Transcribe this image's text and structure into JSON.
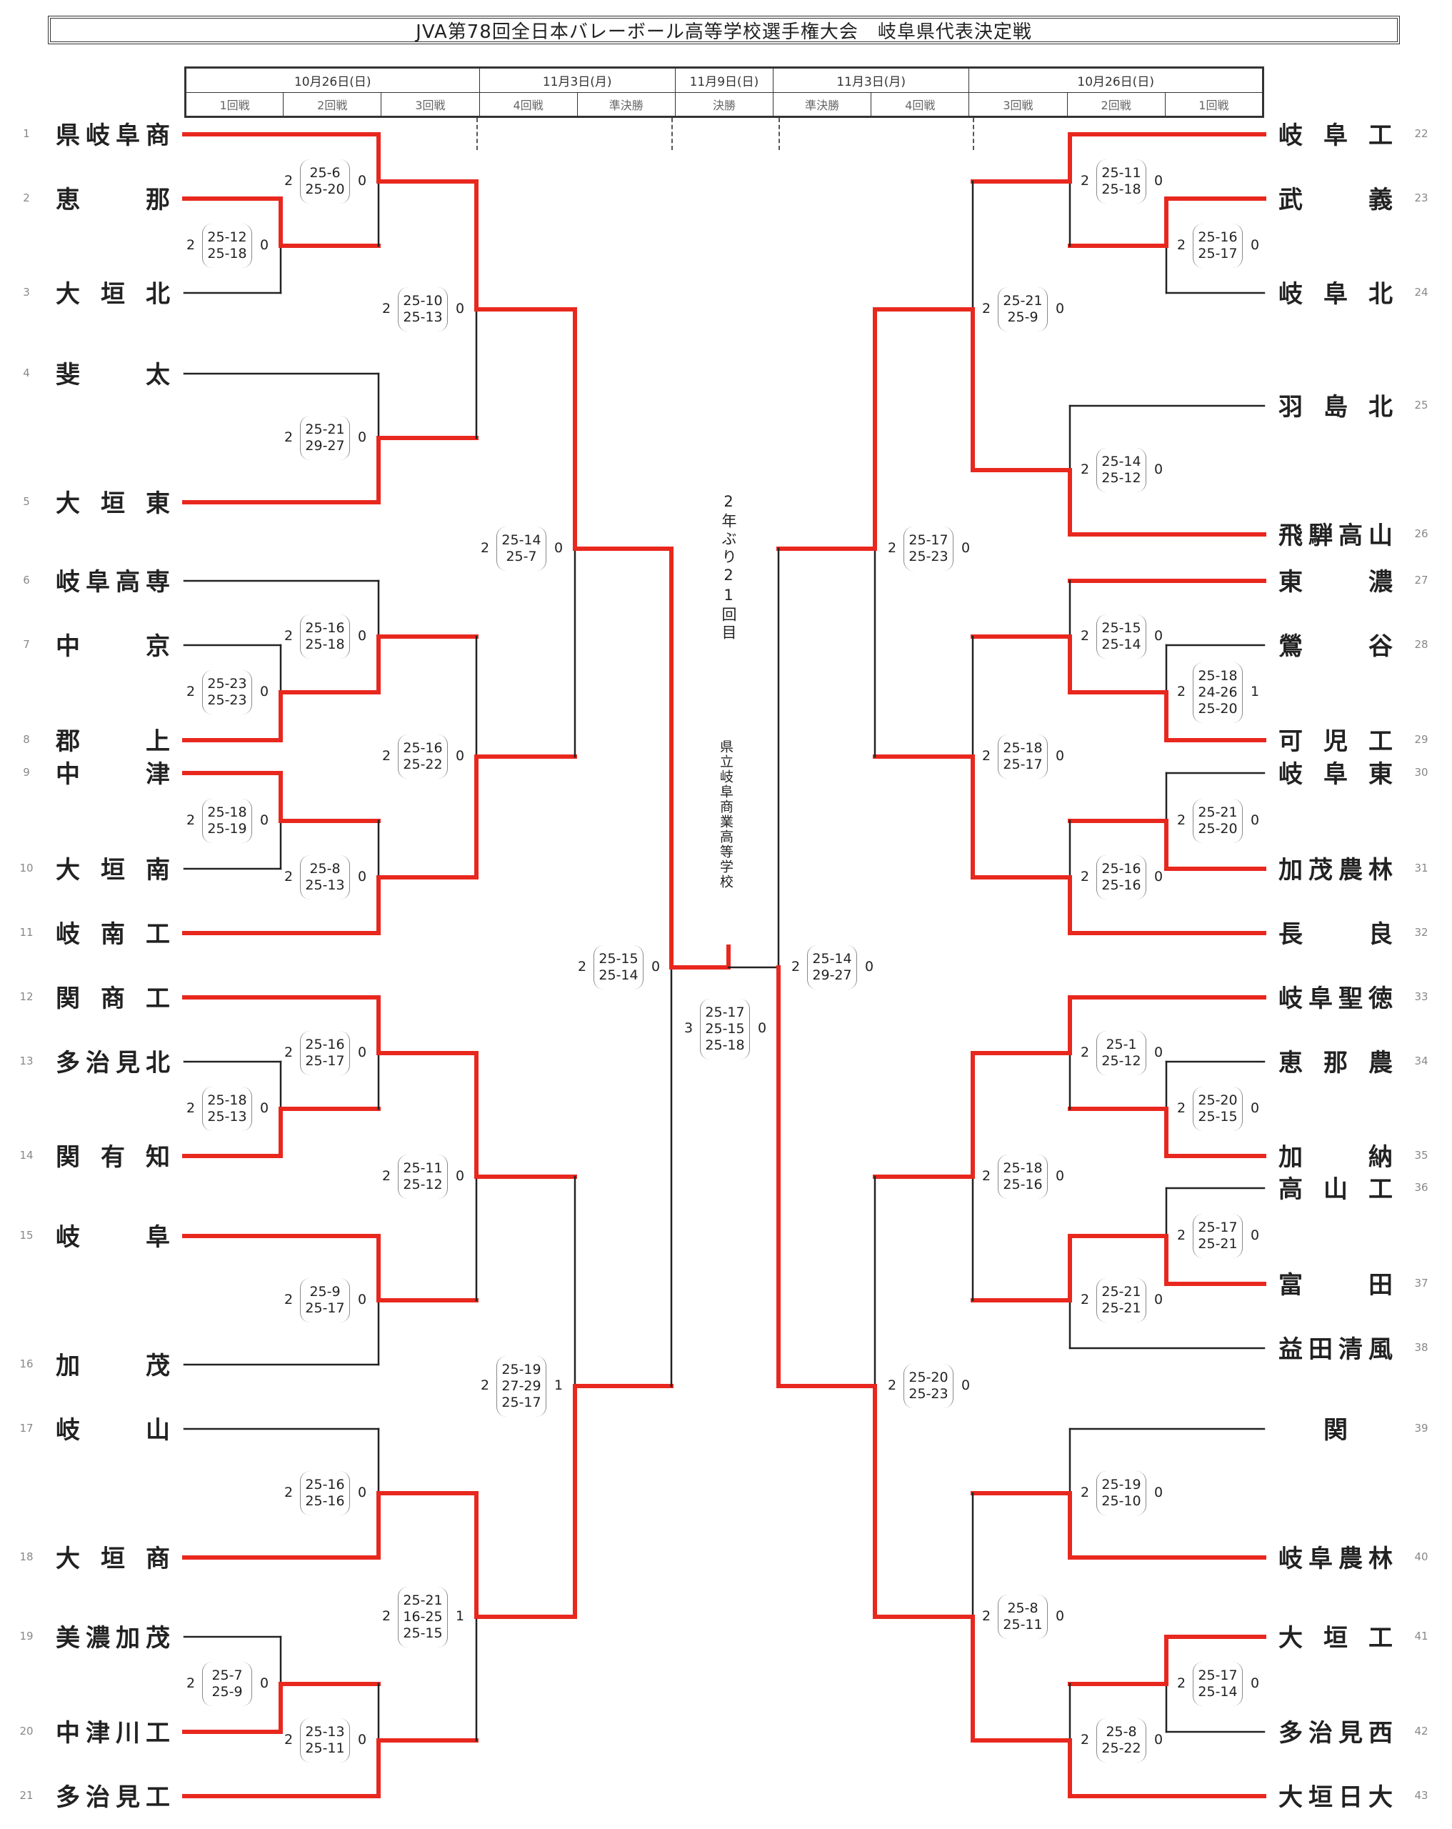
{
  "title": "JVA第78回全日本バレーボール高等学校選手権大会　岐阜県代表決定戦",
  "header": {
    "dates": [
      {
        "label": "10月26日(日)",
        "span": 3
      },
      {
        "label": "11月3日(月)",
        "span": 2
      },
      {
        "label": "11月9日(日)",
        "span": 1
      },
      {
        "label": "11月3日(月)",
        "span": 2
      },
      {
        "label": "10月26日(日)",
        "span": 3
      }
    ],
    "rounds": [
      "1回戦",
      "2回戦",
      "3回戦",
      "4回戦",
      "準決勝",
      "決勝",
      "準決勝",
      "4回戦",
      "3回戦",
      "2回戦",
      "1回戦"
    ]
  },
  "champion_note": "2年ぶり21回目",
  "champion_name": "県立岐阜商業高等学校",
  "colors": {
    "winner_line": "#e8281e",
    "loser_line": "#222222"
  },
  "teams_left": [
    {
      "seed": "1",
      "name": "県岐阜商"
    },
    {
      "seed": "2",
      "name": "恵那"
    },
    {
      "seed": "3",
      "name": "大垣北"
    },
    {
      "seed": "4",
      "name": "斐太"
    },
    {
      "seed": "5",
      "name": "大垣東"
    },
    {
      "seed": "6",
      "name": "岐阜高専"
    },
    {
      "seed": "7",
      "name": "中京"
    },
    {
      "seed": "8",
      "name": "郡上"
    },
    {
      "seed": "9",
      "name": "中津"
    },
    {
      "seed": "10",
      "name": "大垣南"
    },
    {
      "seed": "11",
      "name": "岐南工"
    },
    {
      "seed": "12",
      "name": "関商工"
    },
    {
      "seed": "13",
      "name": "多治見北"
    },
    {
      "seed": "14",
      "name": "関有知"
    },
    {
      "seed": "15",
      "name": "岐阜"
    },
    {
      "seed": "16",
      "name": "加茂"
    },
    {
      "seed": "17",
      "name": "岐山"
    },
    {
      "seed": "18",
      "name": "大垣商"
    },
    {
      "seed": "19",
      "name": "美濃加茂"
    },
    {
      "seed": "20",
      "name": "中津川工"
    },
    {
      "seed": "21",
      "name": "多治見工"
    }
  ],
  "teams_right": [
    {
      "seed": "22",
      "name": "岐阜工"
    },
    {
      "seed": "23",
      "name": "武義"
    },
    {
      "seed": "24",
      "name": "岐阜北"
    },
    {
      "seed": "25",
      "name": "羽島北"
    },
    {
      "seed": "26",
      "name": "飛騨高山"
    },
    {
      "seed": "27",
      "name": "東濃"
    },
    {
      "seed": "28",
      "name": "鶯谷"
    },
    {
      "seed": "29",
      "name": "可児工"
    },
    {
      "seed": "30",
      "name": "岐阜東"
    },
    {
      "seed": "31",
      "name": "加茂農林"
    },
    {
      "seed": "32",
      "name": "長良"
    },
    {
      "seed": "33",
      "name": "岐阜聖徳"
    },
    {
      "seed": "34",
      "name": "恵那農"
    },
    {
      "seed": "35",
      "name": "加納"
    },
    {
      "seed": "36",
      "name": "高山工"
    },
    {
      "seed": "37",
      "name": "富田"
    },
    {
      "seed": "38",
      "name": "益田清風"
    },
    {
      "seed": "39",
      "name": "関"
    },
    {
      "seed": "40",
      "name": "岐阜農林"
    },
    {
      "seed": "41",
      "name": "大垣工"
    },
    {
      "seed": "42",
      "name": "多治見西"
    },
    {
      "seed": "43",
      "name": "大垣日大"
    }
  ],
  "matches": [
    {
      "id": "L1-2v3",
      "round": "1回戦",
      "winner": "恵那",
      "loser": "大垣北",
      "sets_w": "2",
      "sets_l": "0",
      "scores": [
        "25-12",
        "25-18"
      ]
    },
    {
      "id": "L2-1v2",
      "round": "2回戦",
      "winner": "県岐阜商",
      "loser": "恵那",
      "sets_w": "2",
      "sets_l": "0",
      "scores": [
        "25-6",
        "25-20"
      ]
    },
    {
      "id": "L2-4v5",
      "round": "2回戦",
      "winner": "大垣東",
      "loser": "斐太",
      "sets_w": "2",
      "sets_l": "0",
      "scores": [
        "25-21",
        "29-27"
      ]
    },
    {
      "id": "L3-a",
      "round": "3回戦",
      "winner": "県岐阜商",
      "loser": "大垣東",
      "sets_w": "2",
      "sets_l": "0",
      "scores": [
        "25-10",
        "25-13"
      ]
    },
    {
      "id": "L1-7v8",
      "round": "1回戦",
      "winner": "郡上",
      "loser": "中京",
      "sets_w": "2",
      "sets_l": "0",
      "scores": [
        "25-23",
        "25-23"
      ]
    },
    {
      "id": "L2-6vw",
      "round": "2回戦",
      "winner": "郡上",
      "loser": "岐阜高専",
      "sets_w": "2",
      "sets_l": "0",
      "scores": [
        "25-16",
        "25-18"
      ]
    },
    {
      "id": "L1-9v10",
      "round": "1回戦",
      "winner": "中津",
      "loser": "大垣南",
      "sets_w": "2",
      "sets_l": "0",
      "scores": [
        "25-18",
        "25-19"
      ]
    },
    {
      "id": "L2-wv11",
      "round": "2回戦",
      "winner": "岐南工",
      "loser": "中津",
      "sets_w": "2",
      "sets_l": "0",
      "scores": [
        "25-8",
        "25-13"
      ]
    },
    {
      "id": "L3-b",
      "round": "3回戦",
      "winner": "岐南工",
      "loser": "郡上",
      "sets_w": "2",
      "sets_l": "0",
      "scores": [
        "25-16",
        "25-22"
      ]
    },
    {
      "id": "L4-a",
      "round": "4回戦",
      "winner": "県岐阜商",
      "loser": "岐南工",
      "sets_w": "2",
      "sets_l": "0",
      "scores": [
        "25-14",
        "25-7"
      ]
    },
    {
      "id": "L1-13v14",
      "round": "1回戦",
      "winner": "関有知",
      "loser": "多治見北",
      "sets_w": "2",
      "sets_l": "0",
      "scores": [
        "25-18",
        "25-13"
      ]
    },
    {
      "id": "L2-12vw",
      "round": "2回戦",
      "winner": "関商工",
      "loser": "関有知",
      "sets_w": "2",
      "sets_l": "0",
      "scores": [
        "25-16",
        "25-17"
      ]
    },
    {
      "id": "L2-15v16",
      "round": "2回戦",
      "winner": "岐阜",
      "loser": "加茂",
      "sets_w": "2",
      "sets_l": "0",
      "scores": [
        "25-9",
        "25-17"
      ]
    },
    {
      "id": "L3-c",
      "round": "3回戦",
      "winner": "関商工",
      "loser": "岐阜",
      "sets_w": "2",
      "sets_l": "0",
      "scores": [
        "25-11",
        "25-12"
      ]
    },
    {
      "id": "L2-17v18",
      "round": "2回戦",
      "winner": "大垣商",
      "loser": "岐山",
      "sets_w": "2",
      "sets_l": "0",
      "scores": [
        "25-16",
        "25-16"
      ]
    },
    {
      "id": "L1-19v20",
      "round": "1回戦",
      "winner": "中津川工",
      "loser": "美濃加茂",
      "sets_w": "2",
      "sets_l": "0",
      "scores": [
        "25-7",
        "25-9"
      ]
    },
    {
      "id": "L2-wv21",
      "round": "2回戦",
      "winner": "多治見工",
      "loser": "中津川工",
      "sets_w": "2",
      "sets_l": "0",
      "scores": [
        "25-13",
        "25-11"
      ]
    },
    {
      "id": "L3-d",
      "round": "3回戦",
      "winner": "大垣商",
      "loser": "多治見工",
      "sets_w": "2",
      "sets_l": "1",
      "scores": [
        "25-21",
        "16-25",
        "25-15"
      ]
    },
    {
      "id": "L4-b",
      "round": "4回戦",
      "winner": "大垣商",
      "loser": "関商工",
      "sets_w": "2",
      "sets_l": "1",
      "scores": [
        "25-19",
        "27-29",
        "25-17"
      ]
    },
    {
      "id": "LSF",
      "round": "準決勝",
      "winner": "県岐阜商",
      "loser": "大垣商",
      "sets_w": "2",
      "sets_l": "0",
      "scores": [
        "25-15",
        "25-14"
      ]
    },
    {
      "id": "F",
      "round": "決勝",
      "winner": "県岐阜商",
      "loser": "大垣日大",
      "sets_w": "3",
      "sets_l": "0",
      "scores": [
        "25-17",
        "25-15",
        "25-18"
      ]
    },
    {
      "id": "RSF",
      "round": "準決勝",
      "winner": "大垣日大",
      "loser": "飛騨高山",
      "sets_w": "2",
      "sets_l": "0",
      "scores": [
        "25-14",
        "29-27"
      ]
    },
    {
      "id": "R1-23v24",
      "round": "1回戦",
      "winner": "武義",
      "loser": "岐阜北",
      "sets_w": "2",
      "sets_l": "0",
      "scores": [
        "25-16",
        "25-17"
      ]
    },
    {
      "id": "R2-22vw",
      "round": "2回戦",
      "winner": "岐阜工",
      "loser": "武義",
      "sets_w": "2",
      "sets_l": "0",
      "scores": [
        "25-11",
        "25-18"
      ]
    },
    {
      "id": "R2-25v26",
      "round": "2回戦",
      "winner": "飛騨高山",
      "loser": "羽島北",
      "sets_w": "2",
      "sets_l": "0",
      "scores": [
        "25-14",
        "25-12"
      ]
    },
    {
      "id": "R3-a",
      "round": "3回戦",
      "winner": "飛騨高山",
      "loser": "岐阜工",
      "sets_w": "2",
      "sets_l": "0",
      "scores": [
        "25-21",
        "25-9"
      ]
    },
    {
      "id": "R1-28v29",
      "round": "1回戦",
      "winner": "可児工",
      "loser": "鶯谷",
      "sets_w": "2",
      "sets_l": "1",
      "scores": [
        "25-18",
        "24-26",
        "25-20"
      ]
    },
    {
      "id": "R2-27vw",
      "round": "2回戦",
      "winner": "東濃",
      "loser": "可児工",
      "sets_w": "2",
      "sets_l": "0",
      "scores": [
        "25-15",
        "25-14"
      ]
    },
    {
      "id": "R1-30v31",
      "round": "1回戦",
      "winner": "加茂農林",
      "loser": "岐阜東",
      "sets_w": "2",
      "sets_l": "0",
      "scores": [
        "25-21",
        "25-20"
      ]
    },
    {
      "id": "R2-wv32",
      "round": "2回戦",
      "winner": "長良",
      "loser": "加茂農林",
      "sets_w": "2",
      "sets_l": "0",
      "scores": [
        "25-16",
        "25-16"
      ]
    },
    {
      "id": "R3-b",
      "round": "3回戦",
      "winner": "長良",
      "loser": "東濃",
      "sets_w": "2",
      "sets_l": "0",
      "scores": [
        "25-18",
        "25-17"
      ]
    },
    {
      "id": "R4-a",
      "round": "4回戦",
      "winner": "飛騨高山",
      "loser": "長良",
      "sets_w": "2",
      "sets_l": "0",
      "scores": [
        "25-17",
        "25-23"
      ]
    },
    {
      "id": "R1-34v35",
      "round": "1回戦",
      "winner": "加納",
      "loser": "恵那農",
      "sets_w": "2",
      "sets_l": "0",
      "scores": [
        "25-20",
        "25-15"
      ]
    },
    {
      "id": "R2-33vw",
      "round": "2回戦",
      "winner": "岐阜聖徳",
      "loser": "加納",
      "sets_w": "2",
      "sets_l": "0",
      "scores": [
        "25-1",
        "25-12"
      ]
    },
    {
      "id": "R1-36v37",
      "round": "1回戦",
      "winner": "富田",
      "loser": "高山工",
      "sets_w": "2",
      "sets_l": "0",
      "scores": [
        "25-17",
        "25-21"
      ]
    },
    {
      "id": "R2-wv38",
      "round": "2回戦",
      "winner": "富田",
      "loser": "益田清風",
      "sets_w": "2",
      "sets_l": "0",
      "scores": [
        "25-21",
        "25-21"
      ]
    },
    {
      "id": "R3-c",
      "round": "3回戦",
      "winner": "岐阜聖徳",
      "loser": "富田",
      "sets_w": "2",
      "sets_l": "0",
      "scores": [
        "25-18",
        "25-16"
      ]
    },
    {
      "id": "R2-39v40",
      "round": "2回戦",
      "winner": "岐阜農林",
      "loser": "関",
      "sets_w": "2",
      "sets_l": "0",
      "scores": [
        "25-19",
        "25-10"
      ]
    },
    {
      "id": "R1-41v42",
      "round": "1回戦",
      "winner": "大垣工",
      "loser": "多治見西",
      "sets_w": "2",
      "sets_l": "0",
      "scores": [
        "25-17",
        "25-14"
      ]
    },
    {
      "id": "R2-wv43",
      "round": "2回戦",
      "winner": "大垣日大",
      "loser": "大垣工",
      "sets_w": "2",
      "sets_l": "0",
      "scores": [
        "25-8",
        "25-22"
      ]
    },
    {
      "id": "R3-d",
      "round": "3回戦",
      "winner": "大垣日大",
      "loser": "岐阜農林",
      "sets_w": "2",
      "sets_l": "0",
      "scores": [
        "25-8",
        "25-11"
      ]
    },
    {
      "id": "R4-b",
      "round": "4回戦",
      "winner": "大垣日大",
      "loser": "岐阜聖徳",
      "sets_w": "2",
      "sets_l": "0",
      "scores": [
        "25-20",
        "25-23"
      ]
    }
  ]
}
